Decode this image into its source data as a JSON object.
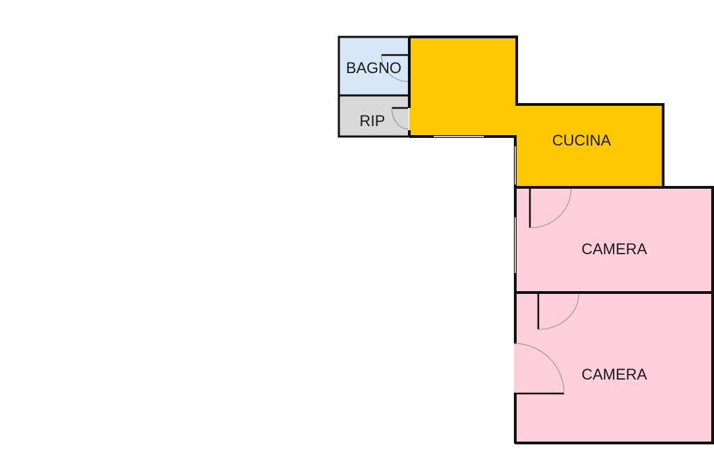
{
  "plan": {
    "rooms": [
      {
        "id": "bagno",
        "label": "BAGNO",
        "color": "#d6e8f8"
      },
      {
        "id": "rip",
        "label": "RIP",
        "color": "#d9d9d9"
      },
      {
        "id": "cucina",
        "label": "CUCINA",
        "color": "#ffc800"
      },
      {
        "id": "camera1",
        "label": "CAMERA",
        "color": "#ffd0dc"
      },
      {
        "id": "camera2",
        "label": "CAMERA",
        "color": "#ffd0dc"
      }
    ],
    "wall_color": "#111111",
    "door_arc_color": "#9a9a9a"
  }
}
